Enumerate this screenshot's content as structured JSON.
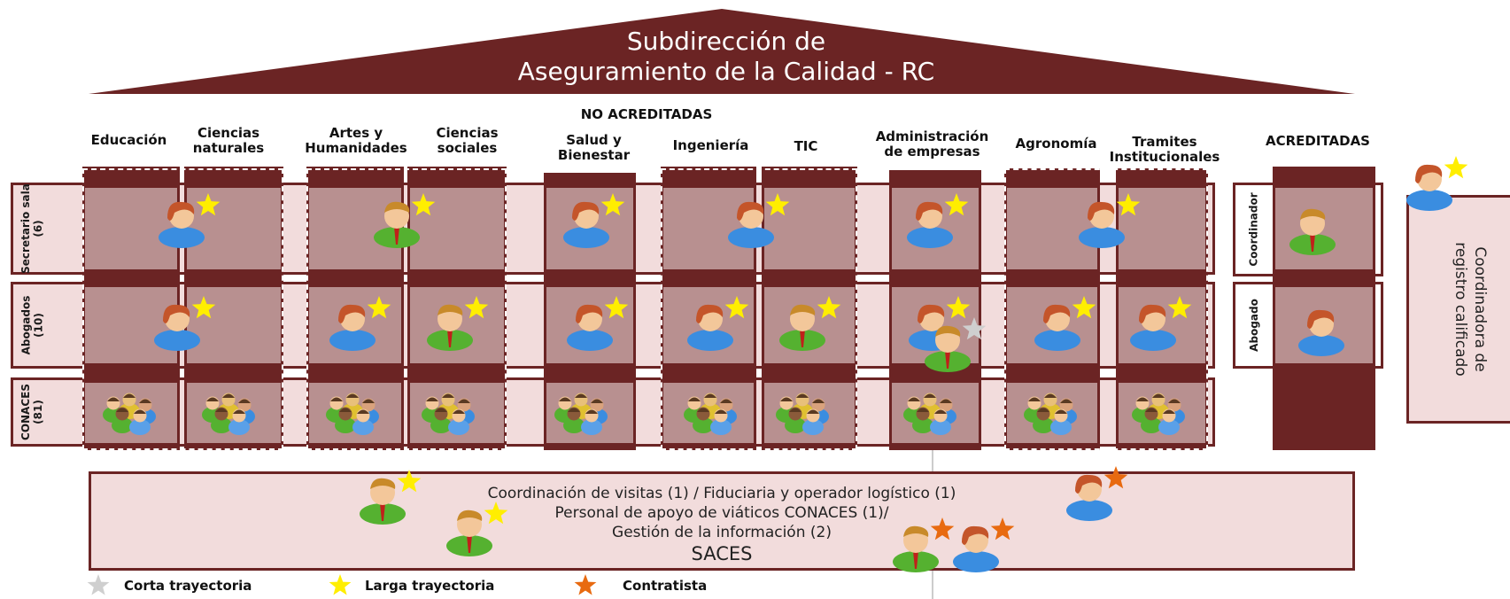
{
  "title": {
    "line1": "Subdirección de",
    "line2": "Aseguramiento de la Calidad - RC"
  },
  "sections": {
    "no_acreditadas": "NO ACREDITADAS",
    "acreditadas": "ACREDITADAS"
  },
  "columns": [
    {
      "l1": "Educación",
      "l2": ""
    },
    {
      "l1": "Ciencias",
      "l2": "naturales"
    },
    {
      "l1": "Artes y",
      "l2": "Humanidades"
    },
    {
      "l1": "Ciencias",
      "l2": "sociales"
    },
    {
      "l1": "Salud y",
      "l2": "Bienestar"
    },
    {
      "l1": "Ingeniería",
      "l2": ""
    },
    {
      "l1": "TIC",
      "l2": ""
    },
    {
      "l1": "Administración",
      "l2": "de empresas"
    },
    {
      "l1": "Agronomía",
      "l2": ""
    },
    {
      "l1": "Tramites",
      "l2": "Institucionales"
    }
  ],
  "rows": [
    {
      "label": "Secretario sala\n(6)"
    },
    {
      "label": "Abogados\n(10)"
    },
    {
      "label": "CONACES\n(81)"
    }
  ],
  "acreditadas_rows": [
    {
      "label": "Coordinador"
    },
    {
      "label": "Abogado"
    }
  ],
  "side_label": "Coordinadora de registro calificado",
  "bottom": {
    "line1": "Coordinación de visitas (1) / Fiduciaria y operador logístico (1)",
    "line2": "Personal de apoyo  de viáticos CONACES (1)/",
    "line3": "Gestión de la información (2)",
    "line4": "SACES"
  },
  "legend": [
    {
      "label": "Corta trayectoria",
      "color": "#cfcfcf"
    },
    {
      "label": "Larga trayectoria",
      "color": "#ffee00"
    },
    {
      "label": "Contratista",
      "color": "#e86a10"
    }
  ],
  "colors": {
    "maroon": "#6b2424",
    "cell": "#b89090",
    "light": "#f2dcdc",
    "female": "#3a8de0",
    "male": "#55b130"
  }
}
